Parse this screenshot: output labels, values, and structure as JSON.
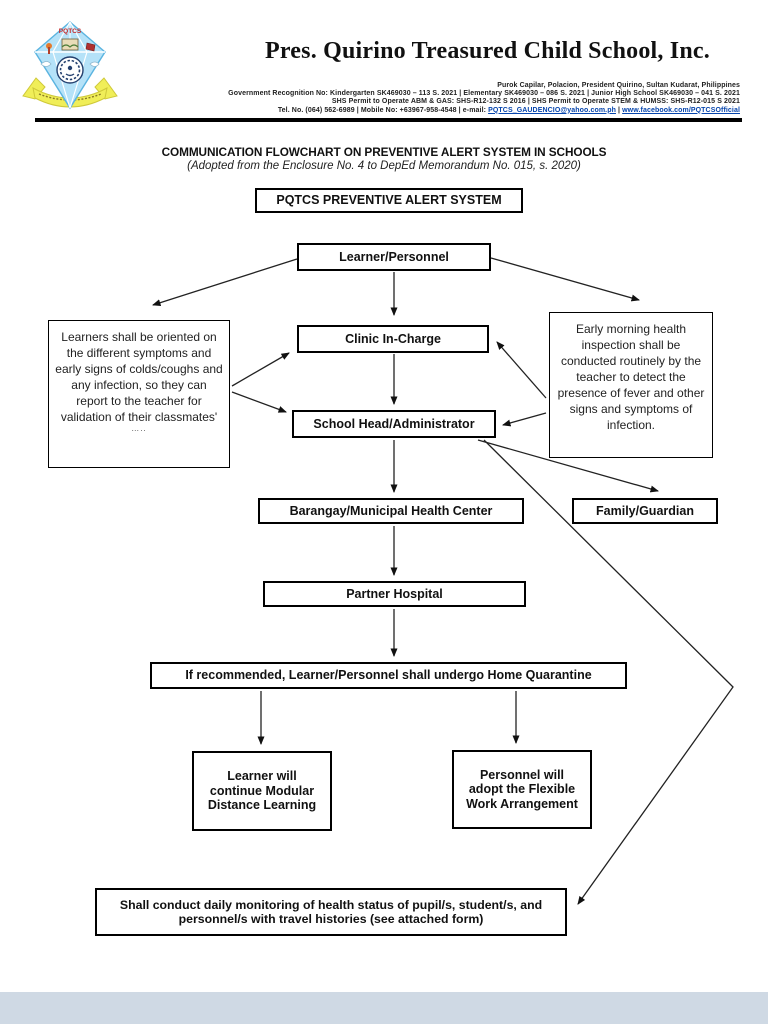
{
  "colors": {
    "link_blue": "#0645ad",
    "page_gap_strip": "#cfd9e4",
    "logo_diamond_blue": "#b5e2f8",
    "logo_ribbon_yellow": "#f0ee58",
    "line_black": "#000000"
  },
  "header": {
    "logo_acronym": "PQTCS",
    "school_name": "Pres. Quirino Treasured Child School, Inc.",
    "address_line": "Purok Capilar, Polacion, President Quirino, Sultan Kudarat, Philippines",
    "recognition_line": "Government Recognition No: Kindergarten SK469030 – 113 S. 2021 | Elementary SK469030 – 086 S. 2021 | Junior High School SK469030 – 041 S. 2021",
    "permit_line": "SHS Permit to Operate ABM & GAS: SHS-R12-132 S 2016 | SHS Permit to Operate STEM & HUMSS: SHS-R12-015 S 2021",
    "contact_prefix": "Tel. No. (064) 562-6989 | Mobile No: +63967-958-4548 | e-mail: ",
    "email_link": "PQTCS_GAUDENCIO@yahoo.com.ph",
    "contact_separator": " | ",
    "facebook_link": "www.facebook.com/PQTCSOfficial"
  },
  "document": {
    "title": "COMMUNICATION FLOWCHART ON PREVENTIVE ALERT SYSTEM IN SCHOOLS",
    "subtitle": "(Adopted from the Enclosure No. 4 to DepEd Memorandum No. 015, s. 2020)"
  },
  "flowchart": {
    "system_title": "PQTCS PREVENTIVE ALERT SYSTEM",
    "nodes": {
      "learner_personnel": "Learner/Personnel",
      "clinic_in_charge": "Clinic In-Charge",
      "school_head": "School Head/Administrator",
      "health_center": "Barangay/Municipal Health Center",
      "family_guardian": "Family/Guardian",
      "partner_hospital": "Partner Hospital",
      "home_quarantine": "If recommended, Learner/Personnel shall undergo Home Quarantine",
      "learner_outcome": "Learner will continue Modular Distance Learning",
      "personnel_outcome": "Personnel will adopt the Flexible Work Arrangement",
      "daily_monitoring": "Shall conduct daily monitoring of health status of pupil/s, student/s, and personnel/s with travel histories (see attached form)"
    },
    "notes": {
      "left_note": "Learners shall be oriented on the different symptoms and early signs of colds/coughs and any infection, so they can report to the teacher for validation of their classmates'",
      "left_note_ellipsis": "…..",
      "right_note": "Early morning health inspection shall be conducted routinely by the teacher to detect the presence of fever and other signs and symptoms of infection."
    }
  }
}
